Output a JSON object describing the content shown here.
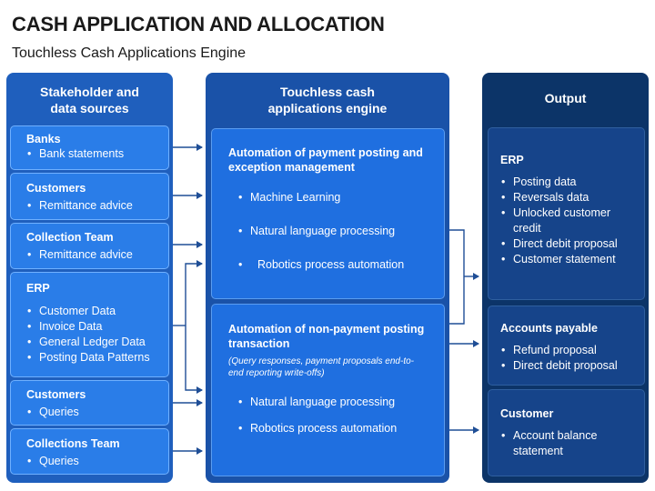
{
  "header": {
    "title": "CASH APPLICATION AND ALLOCATION",
    "subtitle": "Touchless Cash Applications Engine"
  },
  "left_column": {
    "heading": "Stakeholder and data sources",
    "cards": [
      {
        "title": "Banks",
        "items": [
          "Bank statements"
        ]
      },
      {
        "title": "Customers",
        "items": [
          "Remittance advice"
        ]
      },
      {
        "title": "Collection Team",
        "items": [
          "Remittance advice"
        ]
      },
      {
        "title": "ERP",
        "items": [
          "Customer Data",
          "Invoice Data",
          "General Ledger Data",
          "Posting Data Patterns"
        ]
      },
      {
        "title": "Customers",
        "items": [
          "Queries"
        ]
      },
      {
        "title": "Collections Team",
        "items": [
          "Queries"
        ]
      }
    ]
  },
  "middle_column": {
    "heading": "Touchless cash applications engine",
    "cards": [
      {
        "title": "Automation of payment posting and exception management",
        "note": "",
        "items": [
          "Machine Learning",
          "Natural language processing",
          "Robotics process automation"
        ]
      },
      {
        "title": "Automation of non-payment posting transaction",
        "note": "(Query responses,  payment proposals end-to-end reporting write-offs)",
        "items": [
          "Natural language processing",
          "Robotics process automation"
        ]
      }
    ]
  },
  "right_column": {
    "heading": "Output",
    "cards": [
      {
        "title": "ERP",
        "items": [
          "Posting data",
          "Reversals data",
          "Unlocked customer credit",
          "Direct debit proposal",
          "Customer statement"
        ]
      },
      {
        "title": "Accounts payable",
        "items": [
          "Refund proposal",
          "Direct debit proposal"
        ]
      },
      {
        "title": "Customer",
        "items": [
          "Account balance statement"
        ]
      }
    ]
  },
  "colors": {
    "left_column": "#1f5fbd",
    "middle_column": "#1a52a8",
    "right_column": "#0c3468",
    "arrow": "#1f4e96"
  }
}
